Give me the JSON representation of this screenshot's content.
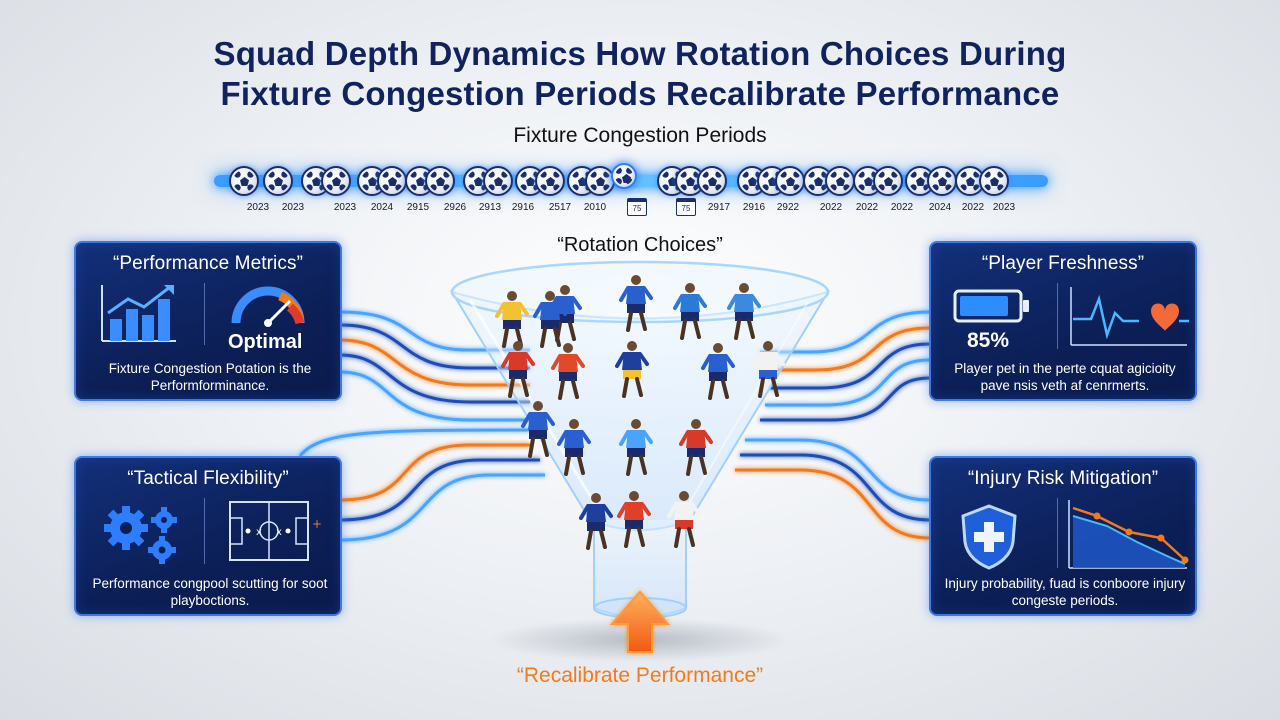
{
  "title_line1": "Squad Depth Dynamics How Rotation Choices During",
  "title_line2": "Fixture Congestion Periods Recalibrate Performance",
  "timeline": {
    "label": "Fixture Congestion Periods",
    "years": [
      "2023",
      "2023",
      "2023",
      "2024",
      "2915",
      "2926",
      "2913",
      "2916",
      "2517",
      "2010",
      "2917",
      "2916",
      "2922",
      "2022",
      "2022",
      "2022",
      "2024",
      "2022",
      "2023"
    ],
    "calendar_icons": [
      "75",
      "75"
    ]
  },
  "funnel": {
    "label": "“Rotation Choices”",
    "output_label": "“Recalibrate Performance”"
  },
  "panels": {
    "performance": {
      "title": "“Performance Metrics”",
      "gauge_value": "Optimal",
      "body": "Fixture Congestion Potation is the Performforminance."
    },
    "tactical": {
      "title": "“Tactical Flexibility”",
      "body": "Performance congpool scutting for soot playboctions."
    },
    "freshness": {
      "title": "“Player Freshness”",
      "battery_value": "85%",
      "body": "Player pet in the perte cquat agicioity pave nsis veth af cenrmerts."
    },
    "injury": {
      "title": "“Injury Risk Mitigation”",
      "body": "Injury probability, fuad is conboore injury congeste periods."
    }
  },
  "colors": {
    "navy": "#10235e",
    "panel_blue": "#13307a",
    "accent_blue": "#3b9bff",
    "accent_orange": "#f27a1a",
    "heart_red": "#f26a3a"
  },
  "icons": [
    "soccer-ball-icon",
    "calendar-icon",
    "bar-chart-icon",
    "gauge-icon",
    "gear-icon",
    "tactics-board-icon",
    "battery-icon",
    "heartbeat-icon",
    "shield-cross-icon",
    "decline-chart-icon",
    "up-arrow-icon"
  ]
}
